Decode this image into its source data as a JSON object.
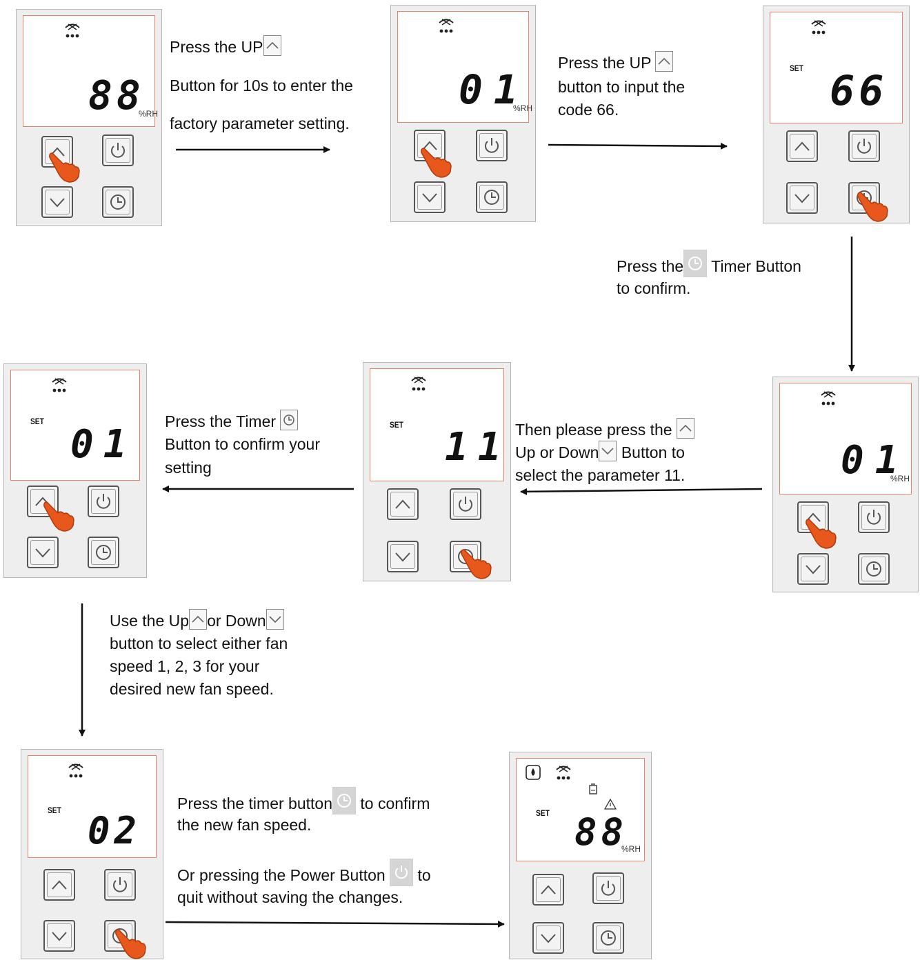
{
  "panels": [
    {
      "id": "p1",
      "display": "88",
      "set": "",
      "unit": "%RH",
      "hand_on": "up"
    },
    {
      "id": "p2",
      "display": "01",
      "set": "",
      "unit": "%RH",
      "hand_on": "up"
    },
    {
      "id": "p3",
      "display": "66",
      "set": "SET",
      "unit": "",
      "hand_on": "timer"
    },
    {
      "id": "p4",
      "display": "01",
      "set": "",
      "unit": "%RH",
      "hand_on": "up"
    },
    {
      "id": "p5",
      "display": "11",
      "set": "SET",
      "unit": "",
      "hand_on": "timer"
    },
    {
      "id": "p6",
      "display": "01",
      "set": "SET",
      "unit": "",
      "hand_on": "up"
    },
    {
      "id": "p7",
      "display": "02",
      "set": "SET",
      "unit": "",
      "hand_on": "timer"
    },
    {
      "id": "p8",
      "display": "88",
      "set": "SET",
      "unit": "%RH",
      "hand_on": ""
    }
  ],
  "steps": {
    "s1": {
      "l1a": "Press the UP",
      "l2": "Button for 10s to enter the",
      "l3": "factory parameter setting."
    },
    "s2": {
      "l1a": "Press the UP",
      "l2": "button  to input the",
      "l3": "code 66."
    },
    "s3": {
      "l1a": "Press the",
      "l1b": " Timer Button",
      "l2": "to confirm."
    },
    "s4": {
      "l1a": "Then please press the",
      "l2a": "Up or Down",
      "l2b": " Button to",
      "l3": "select the parameter 11."
    },
    "s5": {
      "l1a": "Press the Timer",
      "l2": "Button to confirm your",
      "l3": "setting"
    },
    "s6": {
      "l1a": "Use the Up",
      "l1b": "or Down",
      "l2": "button to select either fan",
      "l3": "speed 1, 2, 3 for your",
      "l4": "desired new fan speed."
    },
    "s7": {
      "l1a": "Press the timer button",
      "l1b": " to confirm",
      "l2": "the new fan speed.",
      "l3a": "Or pressing the Power Button",
      "l3b": " to",
      "l4": "quit without saving the changes."
    }
  },
  "icons": [
    "up-arrow-icon",
    "down-arrow-icon",
    "power-icon",
    "timer-icon",
    "dehumidify-icon",
    "pointing-hand-icon",
    "water-drop-icon",
    "warning-icon",
    "tank-icon"
  ],
  "colors": {
    "screen_border": "#e9826a",
    "hand": "#e8581c",
    "panel_bg": "#eeeeee"
  }
}
